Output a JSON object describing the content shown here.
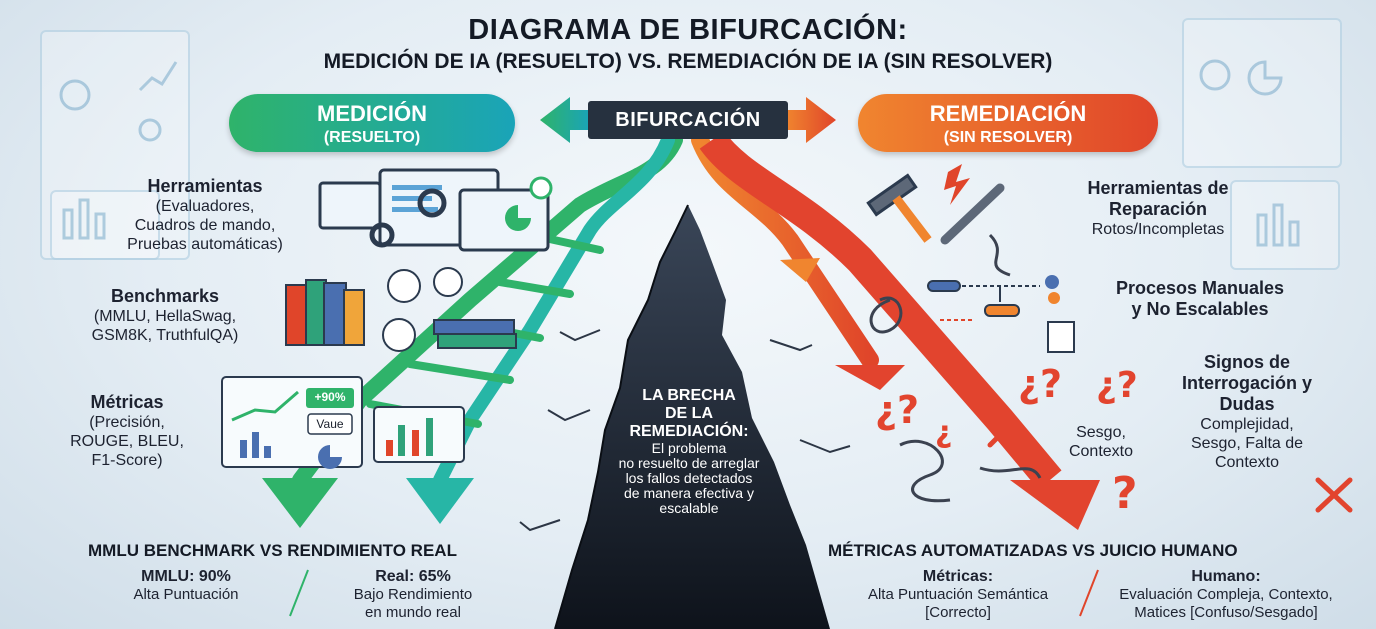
{
  "title": {
    "line1": "DIAGRAMA DE BIFURCACIÓN:",
    "line2": "MEDICIÓN DE IA (RESUELTO) VS. REMEDIACIÓN DE IA (SIN RESOLVER)"
  },
  "center_label": "BIFURCACIÓN",
  "left_pill": {
    "title": "MEDICIÓN",
    "subtitle": "(RESUELTO)"
  },
  "right_pill": {
    "title": "REMEDIACIÓN",
    "subtitle": "(SIN RESOLVER)"
  },
  "left_items": {
    "tools": {
      "heading": "Herramientas",
      "lines": [
        "(Evaluadores,",
        "Cuadros de mando,",
        "Pruebas automáticas)"
      ]
    },
    "benchmarks": {
      "heading": "Benchmarks",
      "lines": [
        "(MMLU, HellaSwag,",
        "GSM8K, TruthfulQA)"
      ]
    },
    "metrics": {
      "heading": "Métricas",
      "lines": [
        "(Precisión,",
        "ROUGE, BLEU,",
        "F1-Score)"
      ]
    },
    "chart_badge": "+90%",
    "chart_value_tag": "Vaue"
  },
  "right_items": {
    "tools": {
      "heading": [
        "Herramientas de",
        "Reparación"
      ],
      "sub": "Rotos/Incompletas"
    },
    "processes": {
      "heading": [
        "Procesos Manuales",
        "y No Escalables"
      ]
    },
    "signs": {
      "heading": [
        "Signos de",
        "Interrogación y",
        "Dudas"
      ],
      "lines": [
        "Complejidad,",
        "Sesgo, Falta de",
        "Contexto"
      ]
    },
    "side_note": [
      "Sesgo,",
      "Contexto"
    ]
  },
  "gap": {
    "heading": [
      "LA BRECHA",
      "DE LA",
      "REMEDIACIÓN:"
    ],
    "lines": [
      "El problema",
      "no resuelto de arreglar",
      "los fallos detectados",
      "de manera efectiva y",
      "escalable"
    ]
  },
  "bottom_left": {
    "title": "MMLU BENCHMARK VS RENDIMIENTO REAL",
    "a_heading": "MMLU: 90%",
    "a_sub": "Alta Puntuación",
    "b_heading": "Real: 65%",
    "b_sub": [
      "Bajo Rendimiento",
      "en mundo real"
    ]
  },
  "bottom_right": {
    "title": "MÉTRICAS AUTOMATIZADAS VS JUICIO HUMANO",
    "a_heading": "Métricas:",
    "a_sub": [
      "Alta Puntuación Semántica",
      "[Correcto]"
    ],
    "b_heading": "Humano:",
    "b_sub": [
      "Evaluación Compleja, Contexto,",
      "Matices [Confuso/Sesgado]"
    ]
  },
  "colors": {
    "green": "#2fb36a",
    "teal": "#1aa4b8",
    "orange": "#f0852f",
    "red": "#e0452a",
    "dark": "#26313f"
  }
}
